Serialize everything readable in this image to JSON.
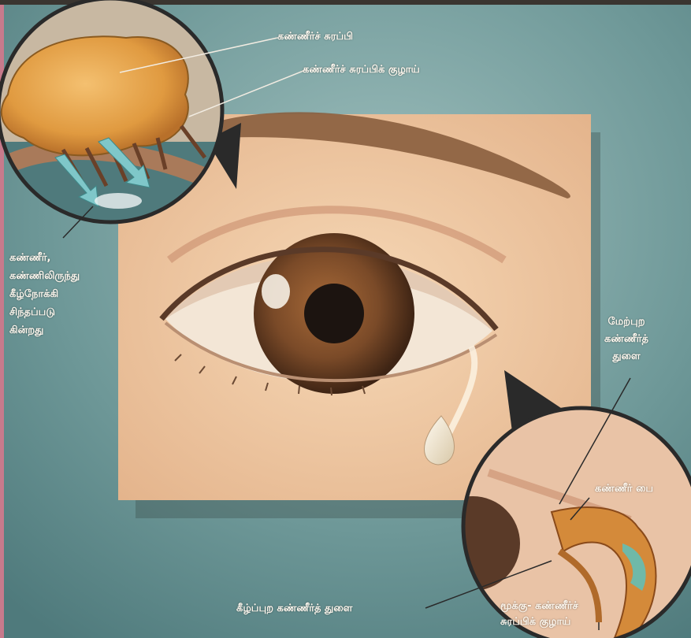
{
  "labels": {
    "lacrimal_gland": "கண்ணீர்ச் சுரப்பி",
    "lacrimal_gland_duct": "கண்ணீர்ச் சுரப்பிக் குழாய்",
    "tears_flow": [
      "கண்ணீர்,",
      "கண்ணிலிருந்து",
      "கீழ்நோக்கி",
      "சிந்தப்படு",
      "கின்றது"
    ],
    "upper_punctum": [
      "மேற்புற",
      "கண்ணீர்த்",
      "துளை"
    ],
    "lacrimal_sac": "கண்ணீர் பை",
    "lower_punctum": "கீழ்ப்புற கண்ணீர்த் துளை",
    "nasolacrimal_duct": [
      "மூக்கு- கண்ணீர்ச்",
      "சுரப்பிக் குழாய்"
    ]
  },
  "colors": {
    "background": "#6f9a9a",
    "skin": "#f0c9a4",
    "iris": "#7a4a2a",
    "pupil": "#1c1410",
    "gland": "#e0a048",
    "duct": "#d27a2a",
    "label_text": "#fdf7ee"
  }
}
